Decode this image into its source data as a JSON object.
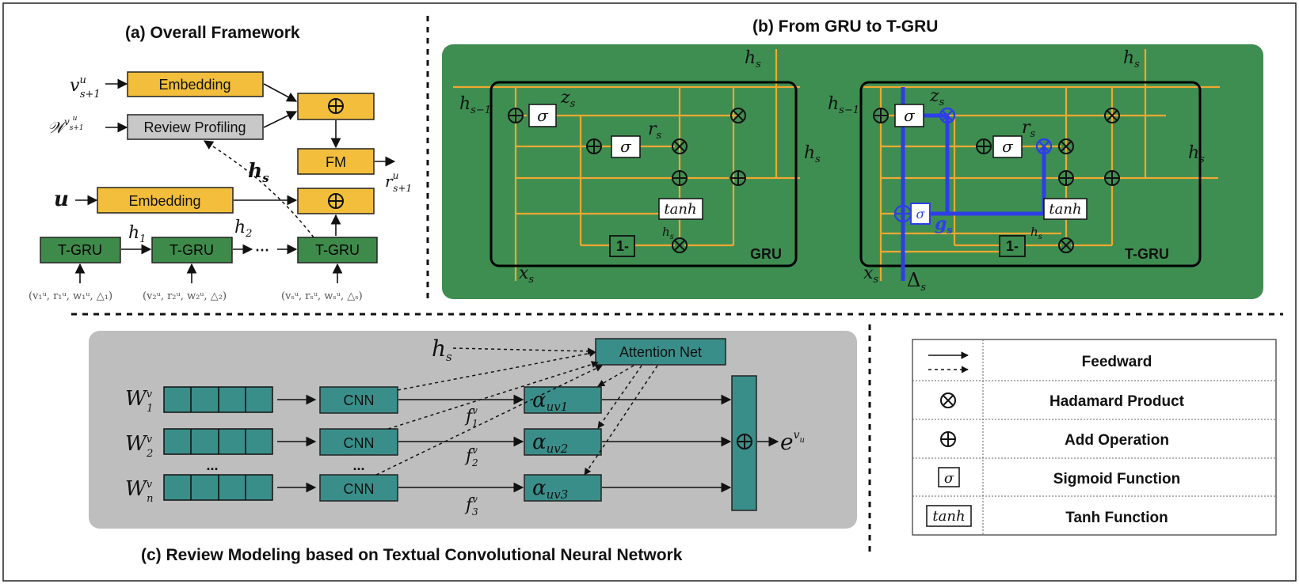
{
  "panel_a": {
    "title": "(a)  Overall Framework",
    "embedding_1": "Embedding",
    "review_profiling": "Review Profiling",
    "embedding_2": "Embedding",
    "fm": "FM",
    "tgru_1": "T-GRU",
    "tgru_2": "T-GRU",
    "tgru_3": "T-GRU",
    "input_v": "v",
    "input_w": "𝒲",
    "input_u": "u",
    "hidden_h1": "h",
    "hidden_h2": "h",
    "hidden_hs": "h",
    "output_r": "r",
    "ellipsis": "⋯",
    "seq_input_1": "(v₁ᵘ, r₁ᵘ, w₁ᵘ, △₁)",
    "seq_input_2": "(v₂ᵘ, r₂ᵘ, w₂ᵘ, △₂)",
    "seq_input_s": "(vₛᵘ, rₛᵘ, wₛᵘ, △ₛ)"
  },
  "panel_b": {
    "title": "(b)  From GRU to T-GRU",
    "gru_label": "GRU",
    "tgru_label": "T-GRU",
    "sigma": "σ",
    "tanh": "tanh",
    "one_minus": "1-",
    "h_s": "h",
    "h_s_minus_1": "h",
    "z_s": "z",
    "r_s": "r",
    "x_s": "x",
    "g_s": "g",
    "delta_s": "Δ",
    "h_prime": "h"
  },
  "panel_c": {
    "title": "(c)  Review Modeling based on Textual Convolutional Neural Network",
    "attention_net": "Attention Net",
    "cnn_1": "CNN",
    "cnn_2": "CNN",
    "cnn_3": "CNN",
    "alpha": "α",
    "alpha_sub_1": "uv1",
    "alpha_sub_2": "uv2",
    "alpha_sub_3": "uv3",
    "w_label": "W",
    "f_label": "f",
    "e_label": "e",
    "h_s": "h",
    "ellipsis": "..."
  },
  "legend": {
    "feedward": "Feedward",
    "hadamard": "Hadamard Product",
    "add": "Add Operation",
    "sigmoid": "Sigmoid Function",
    "tanh_fn": "Tanh Function",
    "sigma_symbol": "σ",
    "tanh_symbol": "tanh"
  },
  "colors": {
    "yellow_box": "#F2BE3B",
    "gray_box": "#C8C8C8",
    "green_box": "#3E8A4A",
    "green_panel": "#3E8E52",
    "teal_box": "#3A8E8A",
    "gray_panel": "#BEBEBE",
    "orange_line": "#F0A830",
    "blue_line": "#2E3FE6"
  }
}
